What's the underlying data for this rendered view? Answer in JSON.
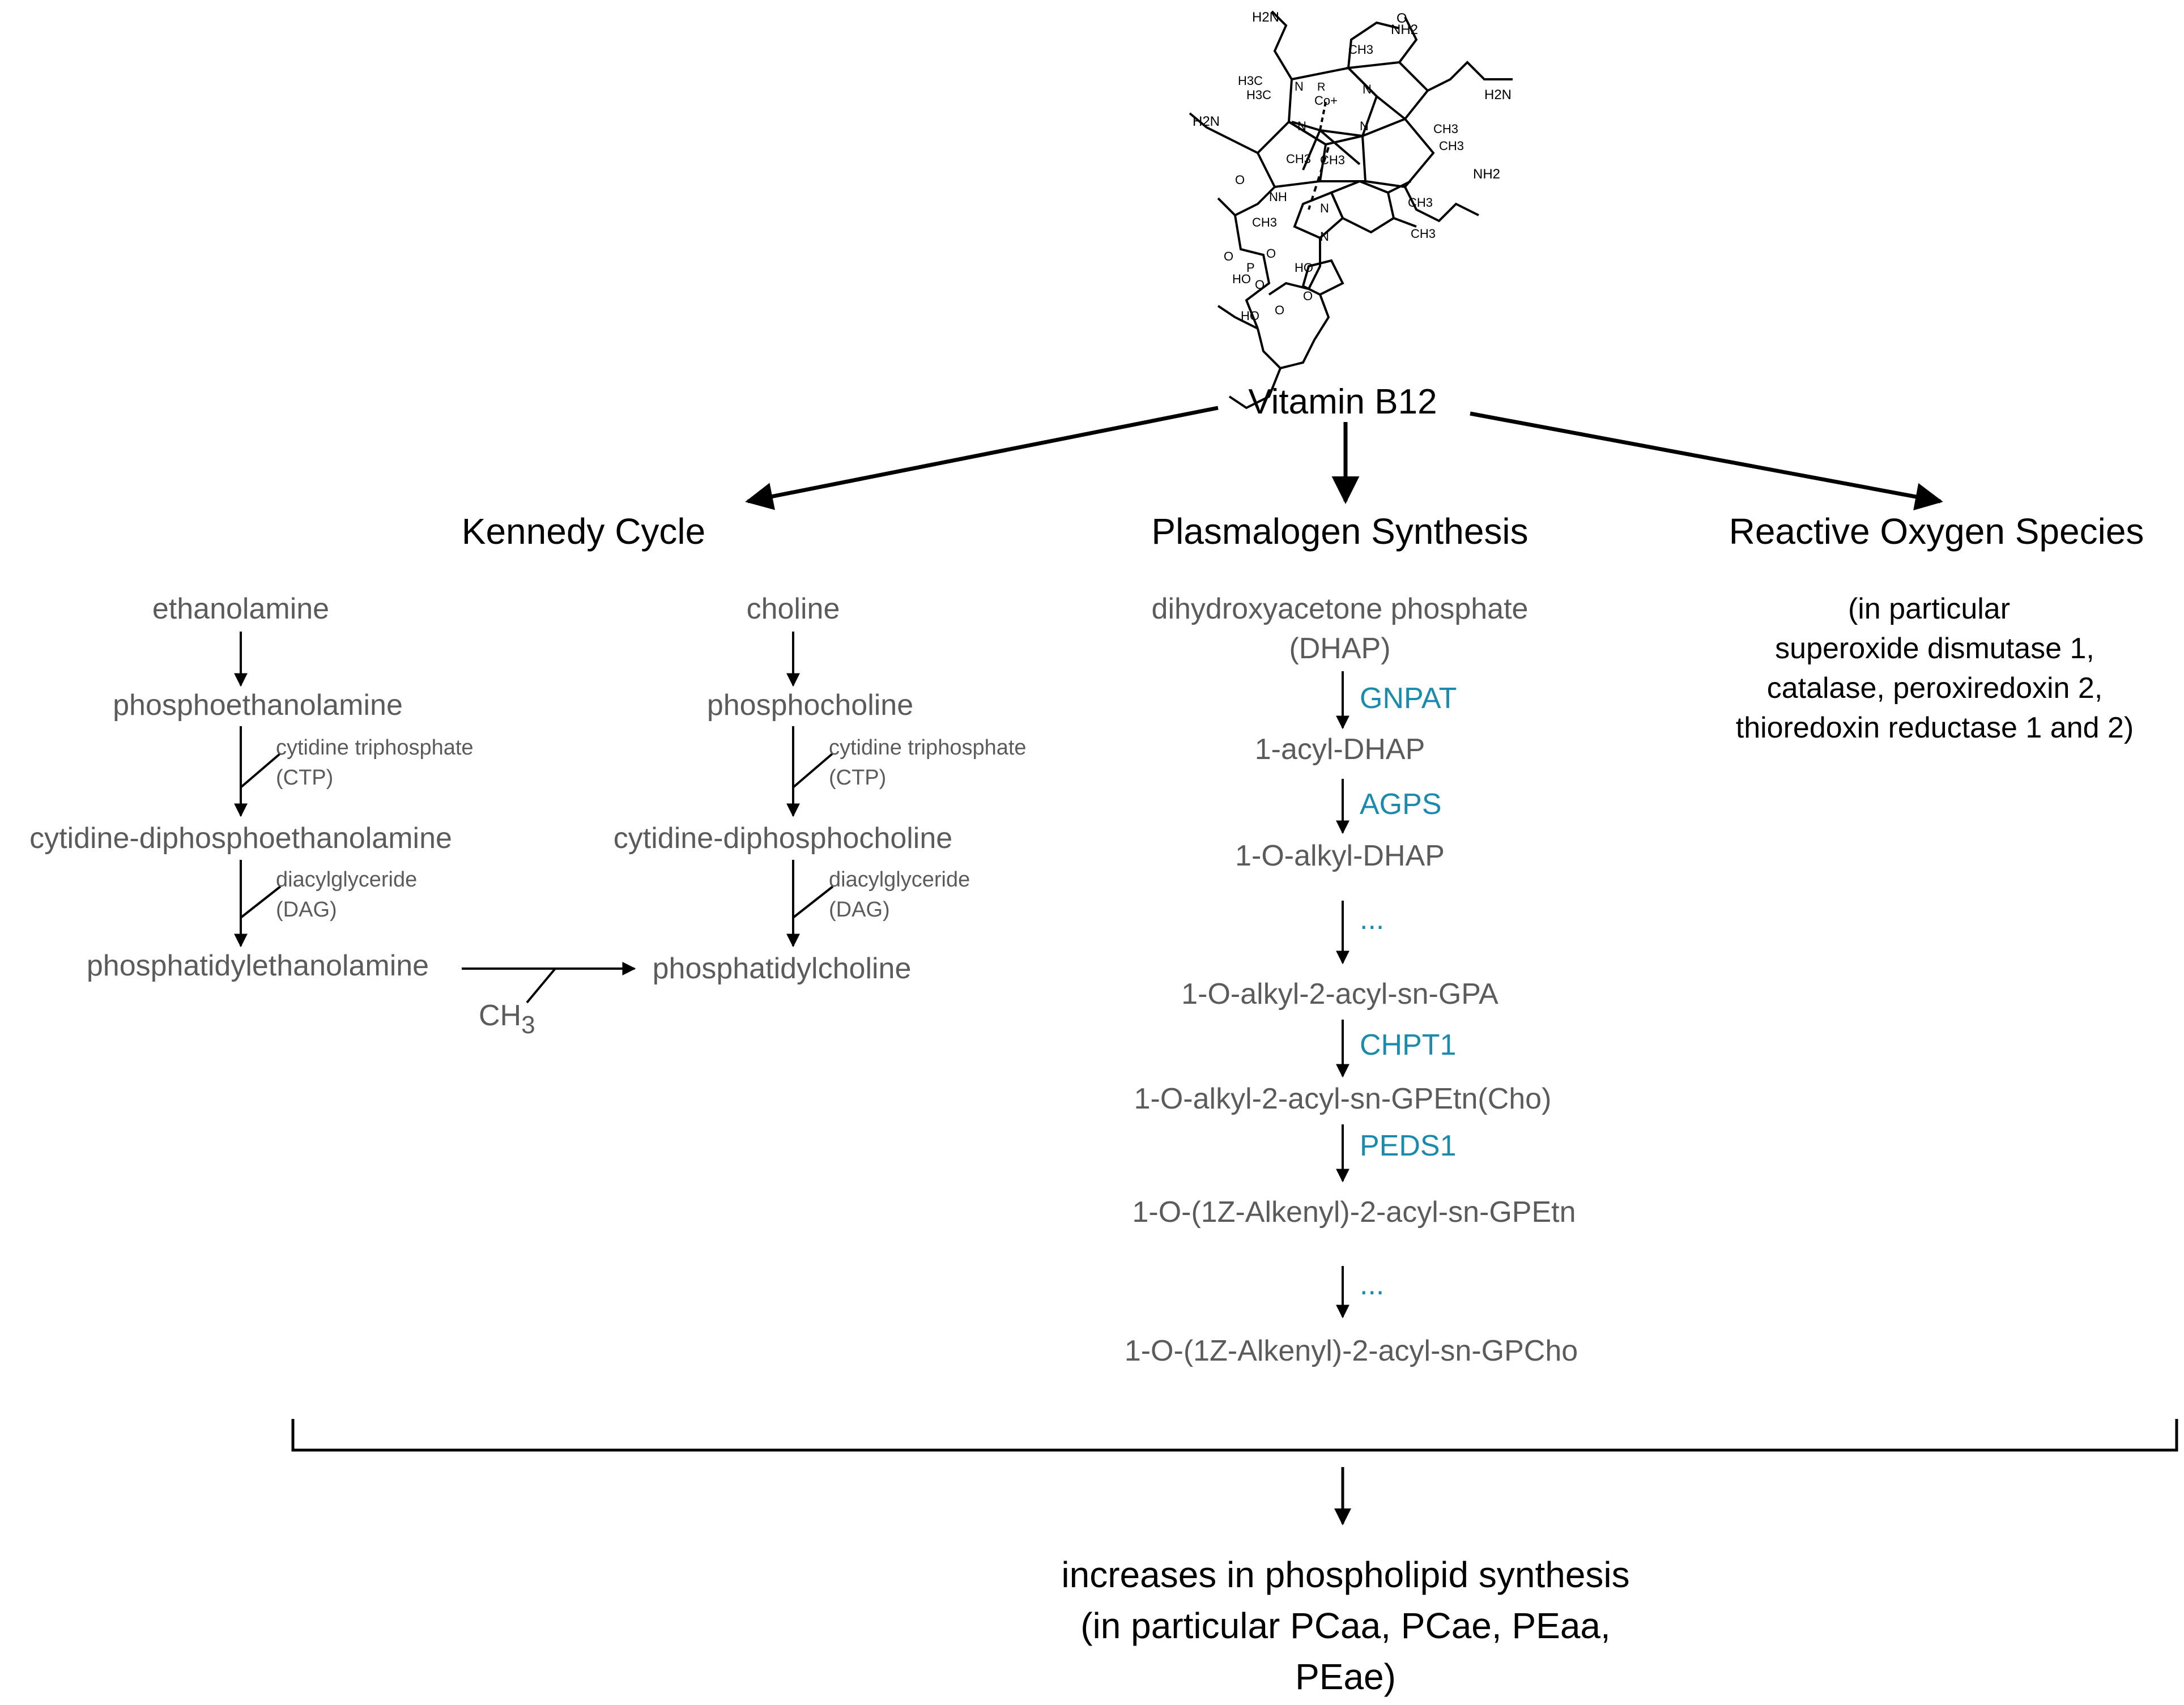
{
  "source": "Vitamin B12",
  "structure_labels": {
    "atoms": [
      "H2N",
      "NH2",
      "H2N",
      "O",
      "CH3",
      "H3C",
      "H3C",
      "N",
      "N",
      "N",
      "N",
      "Co+",
      "R",
      "CH3",
      "CH3",
      "H2N",
      "CH3",
      "CH3",
      "NH2",
      "O",
      "NH",
      "CH3",
      "N",
      "N",
      "CH3",
      "CH3",
      "O",
      "P",
      "O",
      "HO",
      "O",
      "HO",
      "O",
      "HO",
      "O"
    ]
  },
  "branches": {
    "kennedy": {
      "title": "Kennedy Cycle",
      "ethanolamine_path": [
        "ethanolamine",
        "phosphoethanolamine",
        "cytidine-diphosphoethanolamine",
        "phosphatidylethanolamine"
      ],
      "choline_path": [
        "choline",
        "phosphocholine",
        "cytidine-diphosphocholine",
        "phosphatidylcholine"
      ],
      "cofactor_1": [
        "cytidine triphosphate",
        "(CTP)"
      ],
      "cofactor_2": [
        "diacylglyceride",
        "(DAG)"
      ],
      "methyl_group": "CH",
      "methyl_subscript": "3"
    },
    "plasmalogen": {
      "title": "Plasmalogen Synthesis",
      "steps": [
        "dihydroxyacetone phosphate",
        "(DHAP)",
        "1-acyl-DHAP",
        "1-O-alkyl-DHAP",
        "1-O-alkyl-2-acyl-sn-GPA",
        "1-O-alkyl-2-acyl-sn-GPEtn(Cho)",
        "1-O-(1Z-Alkenyl)-2-acyl-sn-GPEtn",
        "1-O-(1Z-Alkenyl)-2-acyl-sn-GPCho"
      ],
      "enzymes": [
        "GNPAT",
        "AGPS",
        "...",
        "CHPT1",
        "PEDS1",
        "..."
      ]
    },
    "ros": {
      "title": "Reactive Oxygen Species",
      "lines": [
        "(in  particular",
        "superoxide dismutase 1,",
        "catalase, peroxiredoxin 2,",
        "thioredoxin reductase 1 and 2)"
      ]
    }
  },
  "outcome": {
    "lines": [
      "increases in phospholipid synthesis",
      "(in particular PCaa, PCae, PEaa,",
      "PEae)"
    ]
  },
  "colors": {
    "heading": "#000000",
    "metabolite": "#5b5b5b",
    "enzyme": "#1a8aad",
    "arrow": "#000000"
  }
}
